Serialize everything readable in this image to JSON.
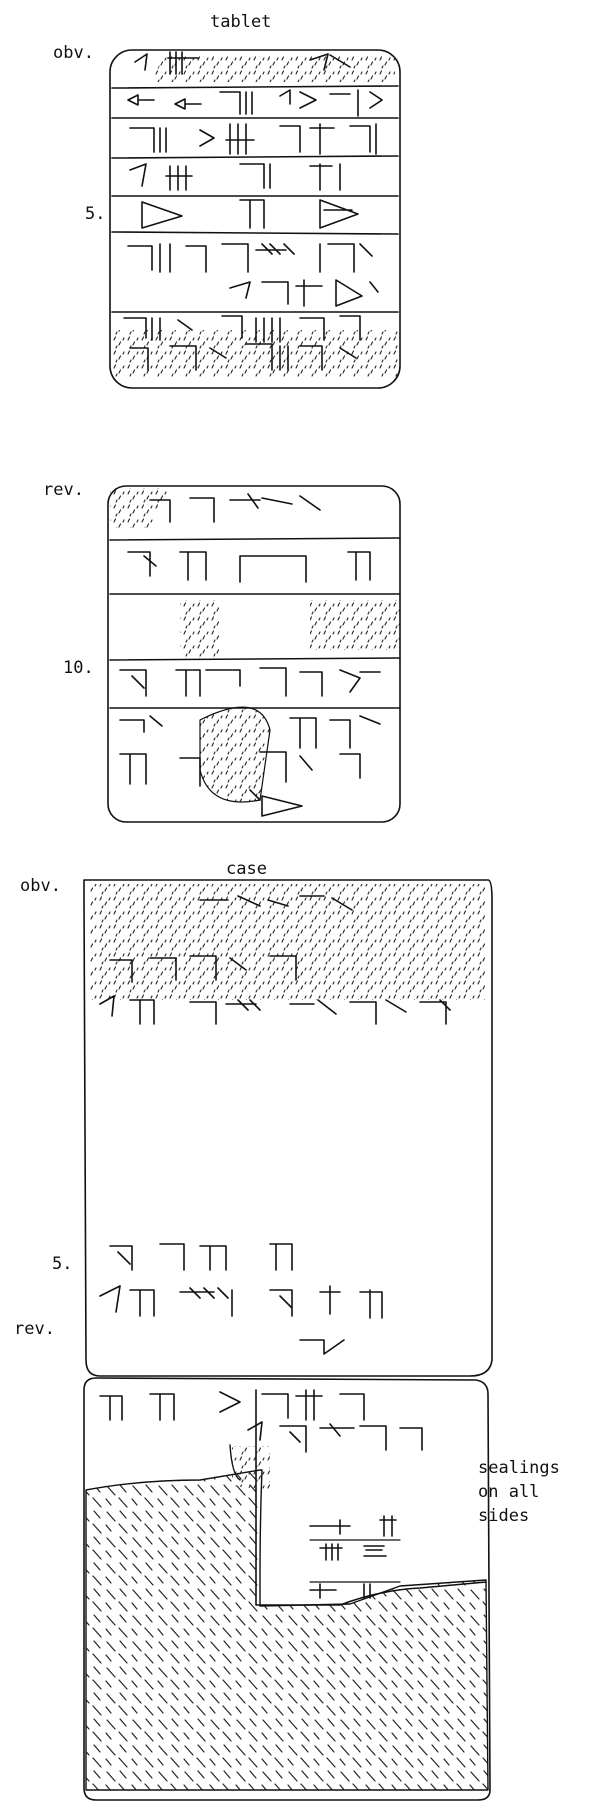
{
  "tablet": {
    "title": "tablet",
    "obverse_label": "obv.",
    "obverse_line_5": "5.",
    "reverse_label": "rev.",
    "reverse_line_10": "10."
  },
  "case": {
    "title": "case",
    "obverse_label": "obv.",
    "obverse_line_5": "5.",
    "reverse_label": "rev.",
    "sealings_note": [
      "sealings",
      "on all",
      "sides"
    ]
  },
  "style": {
    "ink": "#111111",
    "paper": "#ffffff"
  }
}
